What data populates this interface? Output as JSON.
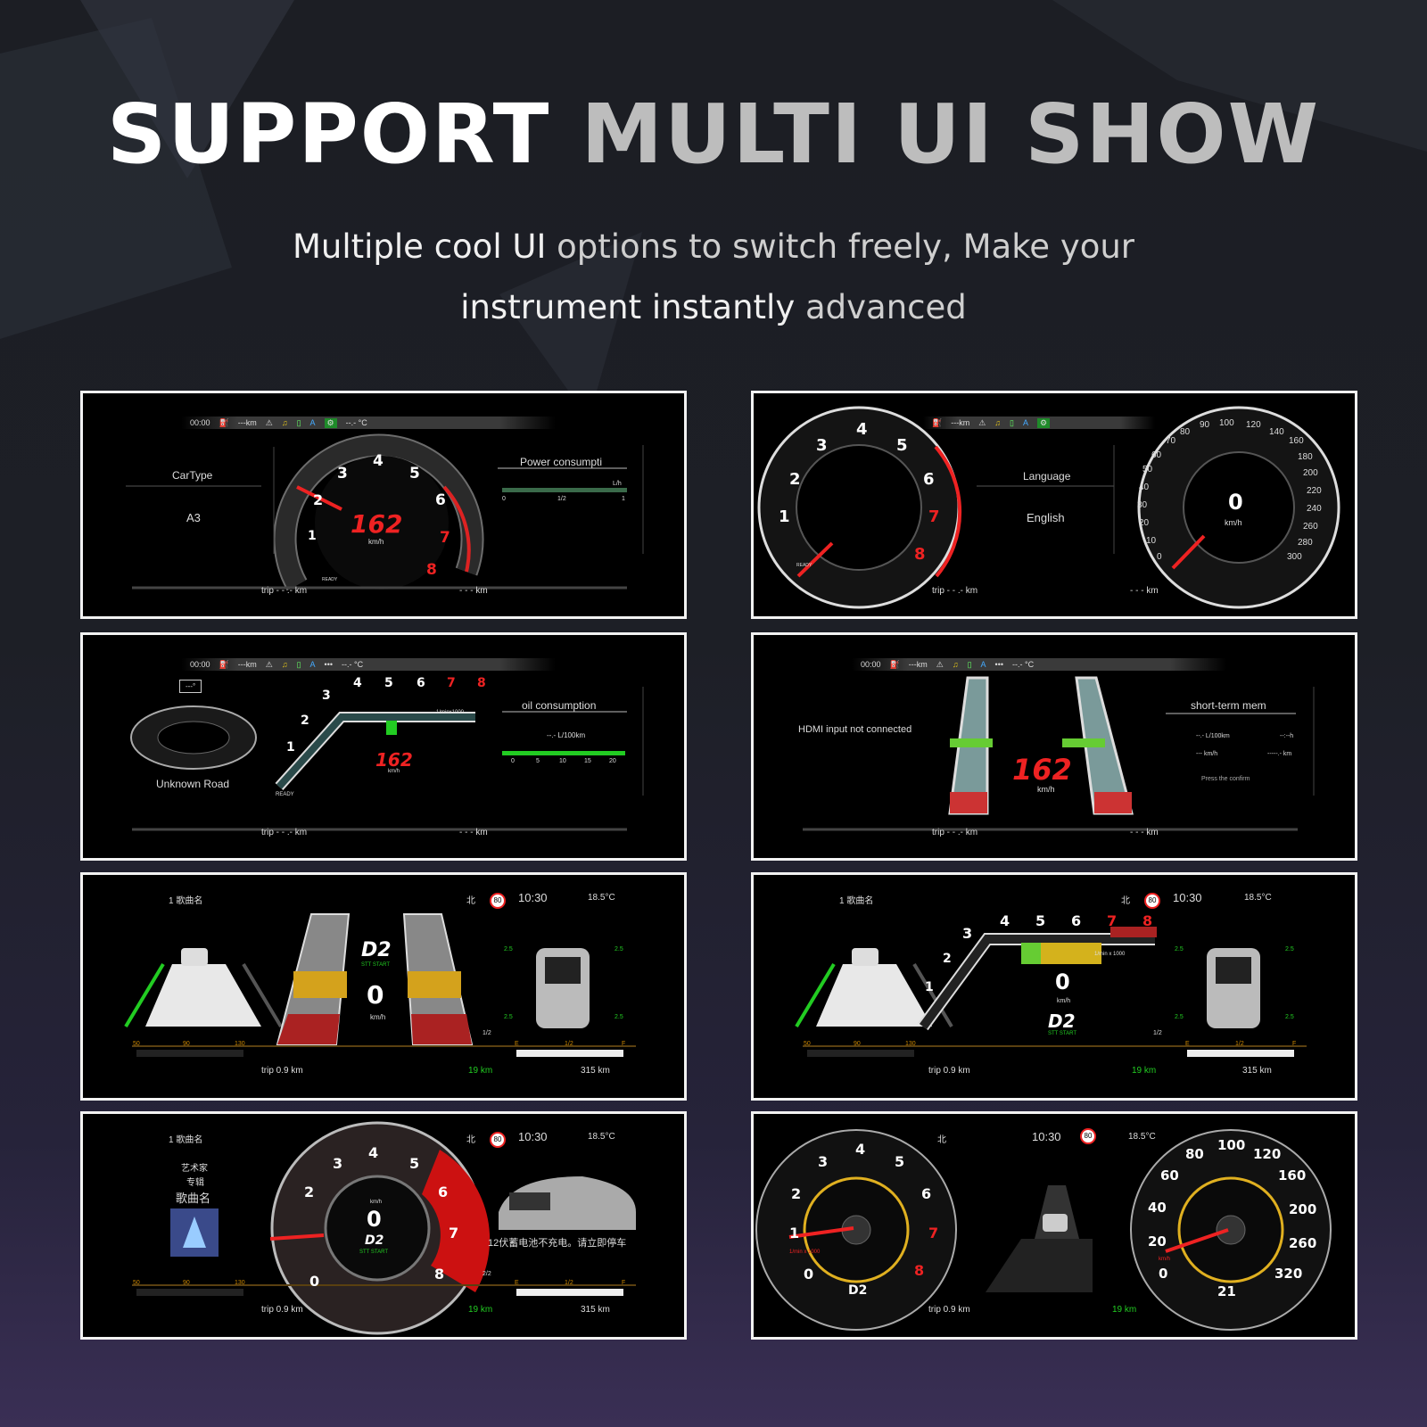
{
  "header": {
    "title_part1": "SUPPORT",
    "title_part2": "MULTI UI SHOW",
    "subtitle_line1_a": "Multiple cool UI",
    "subtitle_line1_b": "options to switch freely, Make your",
    "subtitle_line2_a": "instrument instantly",
    "subtitle_line2_b": "advanced"
  },
  "colors": {
    "accent_red": "#e21c1c",
    "accent_green": "#22c23a",
    "accent_yellow": "#e0c21a",
    "frame": "#f2f2f2"
  },
  "common": {
    "time": "00:00",
    "odo": "---km",
    "temp": "--.- °C",
    "trip_dash": "trip - - .- km",
    "range_dash": "- - - km",
    "trip": "trip 0.9 km",
    "green_km": "19 km",
    "fuel_range": "315 km",
    "clock": "10:30",
    "outside_temp": "18.5°C",
    "north": "北",
    "speed_limit": "80",
    "song_source": "1 歌曲名",
    "ready": "READY",
    "kmh": "km/h",
    "speed_162": "162",
    "speed_0": "0",
    "gear": "D2",
    "stt": "STT START",
    "rpm_unit": "1/min x 1000",
    "rpm_unit2": "1/minx1000"
  },
  "panel1": {
    "car_type_label": "CarType",
    "car_type_value": "A3",
    "power_label": "Power consumpti",
    "power_unit": "L/h",
    "scale": [
      "0",
      "1/2",
      "1"
    ],
    "gauge_numbers": [
      "1",
      "2",
      "3",
      "4",
      "5",
      "6",
      "7",
      "8"
    ]
  },
  "panel2": {
    "language_label": "Language",
    "language_value": "English",
    "speed_numbers": [
      "0",
      "10",
      "20",
      "30",
      "40",
      "50",
      "60",
      "70",
      "80",
      "90",
      "100",
      "120",
      "140",
      "160",
      "180",
      "200",
      "220",
      "240",
      "260",
      "280",
      "300"
    ]
  },
  "panel3": {
    "heading_box": "---°",
    "road": "Unknown Road",
    "oil_label": "oil consumption",
    "oil_value": "--.- L/100km",
    "oil_scale": [
      "0",
      "5",
      "10",
      "15",
      "20"
    ]
  },
  "panel4": {
    "hdmi": "HDMI input not connected",
    "mem_label": "short-term mem",
    "row1_a": "--.- L/100km",
    "row1_b": "--:--h",
    "row2_a": "--- km/h",
    "row2_b": "-----.- km",
    "confirm": "Press the confirm"
  },
  "panel5": {
    "tyre": [
      "2.5",
      "2.5",
      "2.5",
      "2.5"
    ],
    "temp_scale": [
      "50",
      "90",
      "130"
    ],
    "fuel_scale": [
      "E",
      "1/2",
      "F"
    ],
    "half": "1/2"
  },
  "panel7": {
    "artist": "艺术家",
    "album": "专辑",
    "song": "歌曲名",
    "warning": "12伏蓄电池不充电。请立即停车",
    "page": "2/2"
  },
  "panel8": {
    "speed_value": "21",
    "gauge_scale": [
      "0",
      "20",
      "40",
      "60",
      "80",
      "100",
      "120",
      "160",
      "200",
      "260",
      "320"
    ]
  }
}
